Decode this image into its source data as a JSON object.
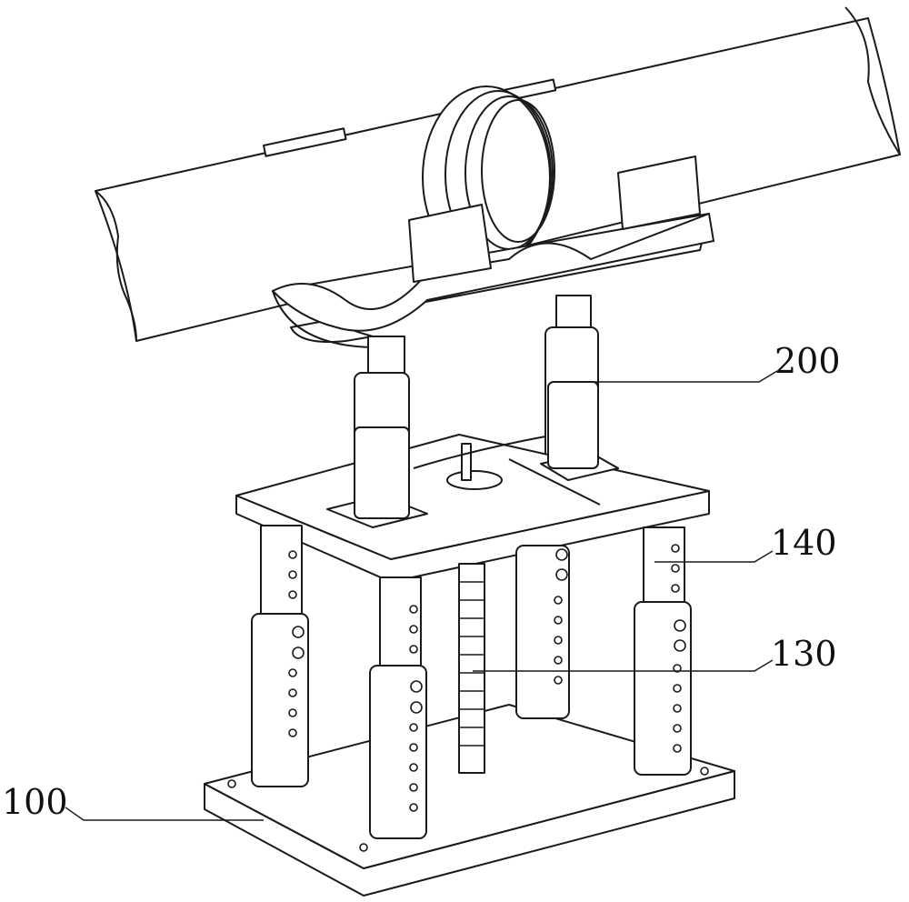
{
  "figure": {
    "labels": {
      "support_assembly": "200",
      "support_plate": "140",
      "screw_rod": "130",
      "base": "100"
    }
  }
}
